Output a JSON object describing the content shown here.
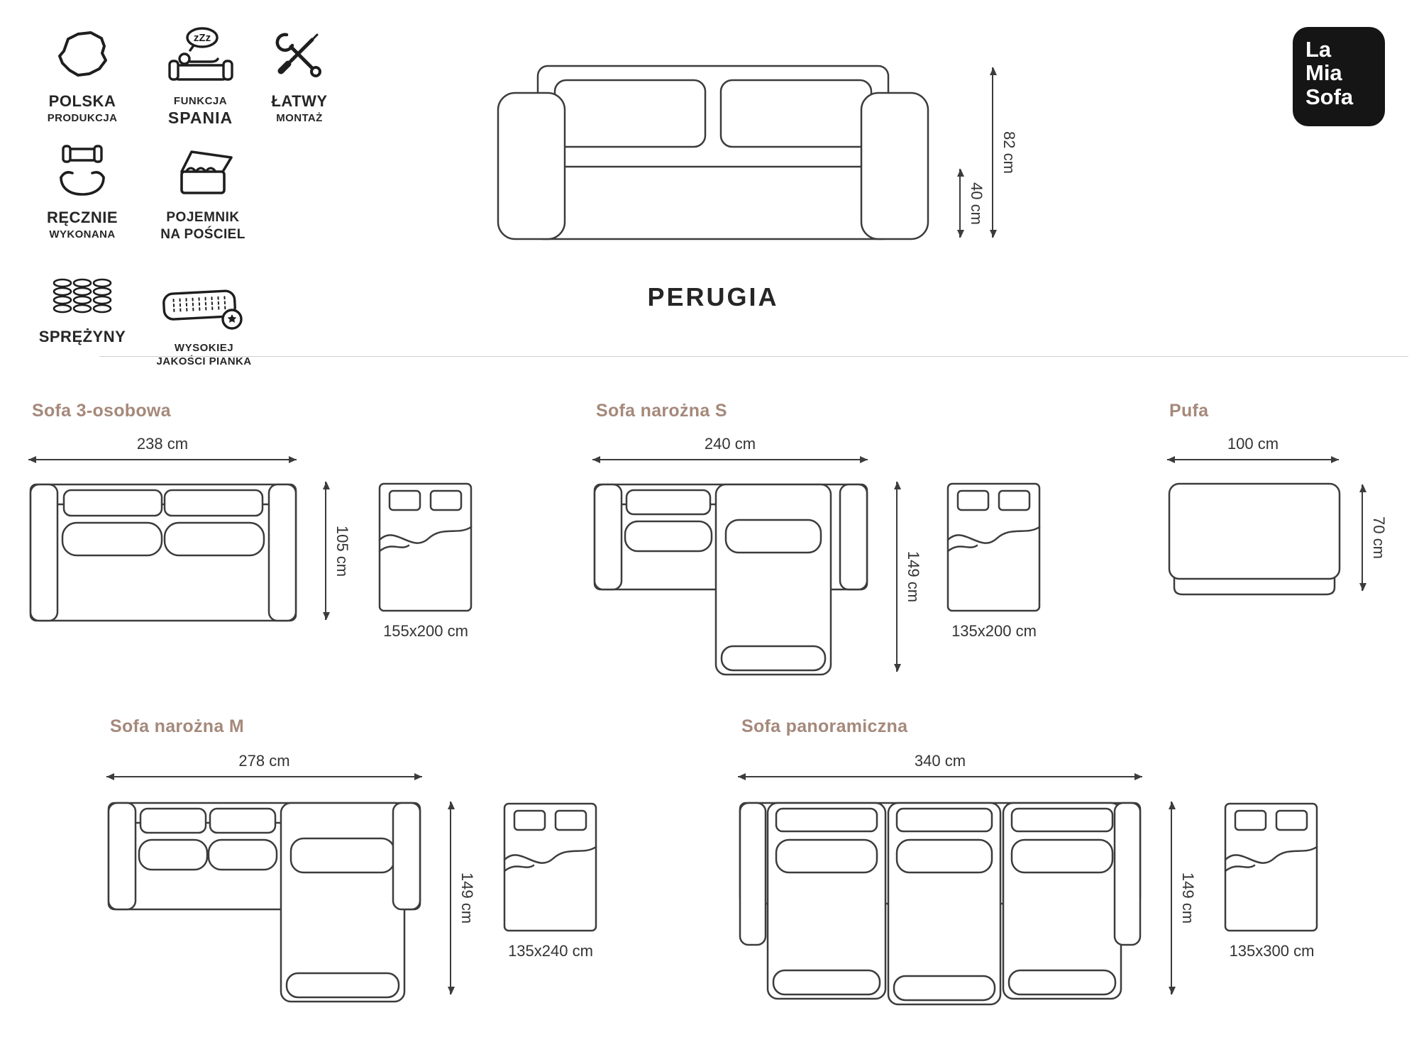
{
  "page": {
    "product_name": "PERUGIA"
  },
  "logo": {
    "line1": "La",
    "line2": "Mia",
    "line3": "Sofa"
  },
  "features": [
    {
      "icon": "poland-map-icon",
      "line1": "POLSKA",
      "line2": "PRODUKCJA"
    },
    {
      "icon": "sleep-function-icon",
      "line1": "FUNKCJA",
      "line2": "SPANIA",
      "zzz": "zZz"
    },
    {
      "icon": "easy-assembly-tools-icon",
      "line1": "ŁATWY",
      "line2": "MONTAŻ"
    },
    {
      "icon": "handmade-icon",
      "line1": "RĘCZNIE",
      "line2": "WYKONANA"
    },
    {
      "icon": "bedding-storage-icon",
      "line1": "POJEMNIK",
      "line2": "NA POŚCIEL"
    },
    {
      "icon": "springs-icon",
      "line1": "SPRĘŻYNY",
      "line2": ""
    },
    {
      "icon": "high-quality-foam-icon",
      "line1": "WYSOKIEJ",
      "line2": "JAKOŚCI PIANKA"
    }
  ],
  "hero": {
    "height": "82 cm",
    "seat_height": "40 cm"
  },
  "variants": [
    {
      "name": "Sofa 3-osobowa",
      "width": "238 cm",
      "depth": "105 cm",
      "bed": "155x200 cm"
    },
    {
      "name": "Sofa narożna S",
      "width": "240 cm",
      "depth": "149 cm",
      "bed": "135x200 cm"
    },
    {
      "name": "Pufa",
      "width": "100 cm",
      "depth": "70 cm",
      "bed": ""
    },
    {
      "name": "Sofa narożna M",
      "width": "278 cm",
      "depth": "149 cm",
      "bed": "135x240 cm"
    },
    {
      "name": "Sofa panoramiczna",
      "width": "340 cm",
      "depth": "149 cm",
      "bed": "135x300 cm"
    }
  ],
  "colors": {
    "accent_heading": "#a5897b",
    "line_art": "#3c3c3c",
    "logo_bg": "#151515"
  }
}
